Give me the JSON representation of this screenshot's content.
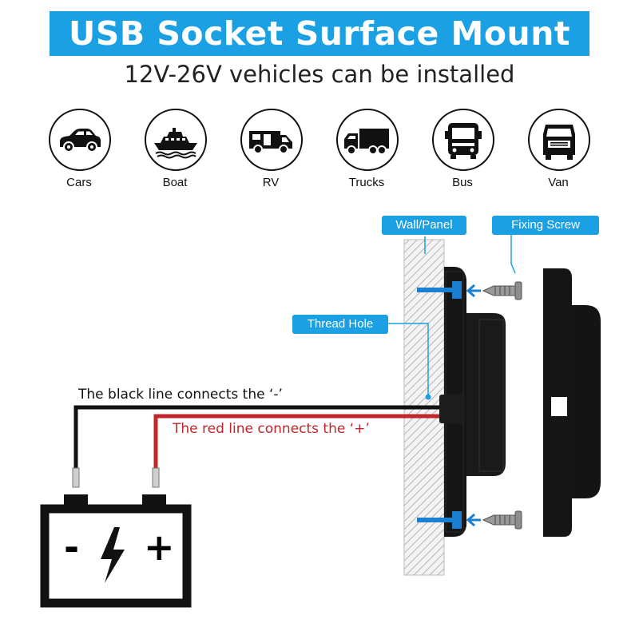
{
  "header": {
    "title": "USB Socket Surface Mount",
    "subtitle": "12V-26V vehicles can be installed"
  },
  "vehicles": [
    {
      "label": "Cars",
      "icon": "car-icon"
    },
    {
      "label": "Boat",
      "icon": "boat-icon"
    },
    {
      "label": "RV",
      "icon": "rv-icon"
    },
    {
      "label": "Trucks",
      "icon": "truck-icon"
    },
    {
      "label": "Bus",
      "icon": "bus-icon"
    },
    {
      "label": "Van",
      "icon": "van-icon"
    }
  ],
  "diagram": {
    "callouts": {
      "wall_panel": "Wall/Panel",
      "fixing_screw": "Fixing Screw",
      "thread_hole": "Thread Hole"
    },
    "black_line_label": "The black line connects the ‘-’",
    "red_line_label": "The red line connects the ‘+’",
    "battery": {
      "icon": "battery-icon",
      "minus": "-",
      "plus": "+"
    }
  },
  "colors": {
    "accent": "#1aa0e3",
    "red_wire": "#c0262c",
    "black_wire": "#111111",
    "label_red": "#c0262c"
  }
}
